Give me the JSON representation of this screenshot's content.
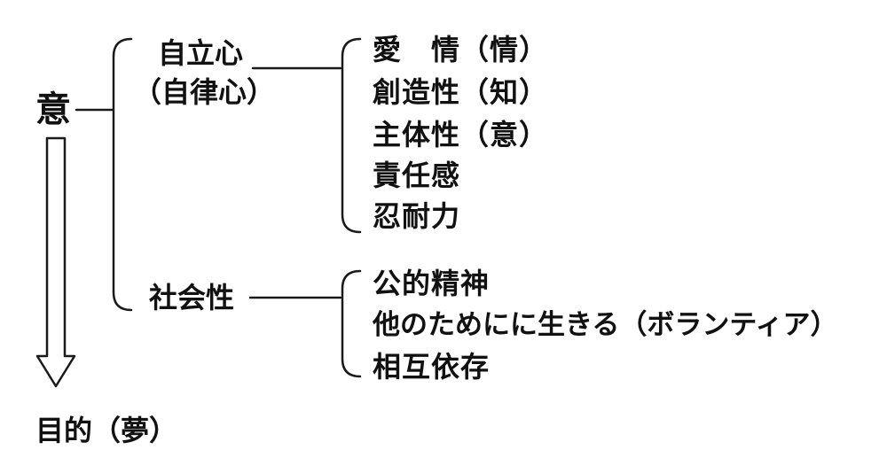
{
  "root": "意",
  "branches": [
    {
      "label": "自立心",
      "sublabel": "（自律心）",
      "items": [
        "愛　情（情）",
        "創造性（知）",
        "主体性（意）",
        "責任感",
        "忍耐力"
      ]
    },
    {
      "label": "社会性",
      "items": [
        "公的精神",
        "他のためにに生きる（ボランティア）",
        "相互依存"
      ]
    }
  ],
  "goal": "目的（夢）",
  "line_color": "#1a1a1a"
}
